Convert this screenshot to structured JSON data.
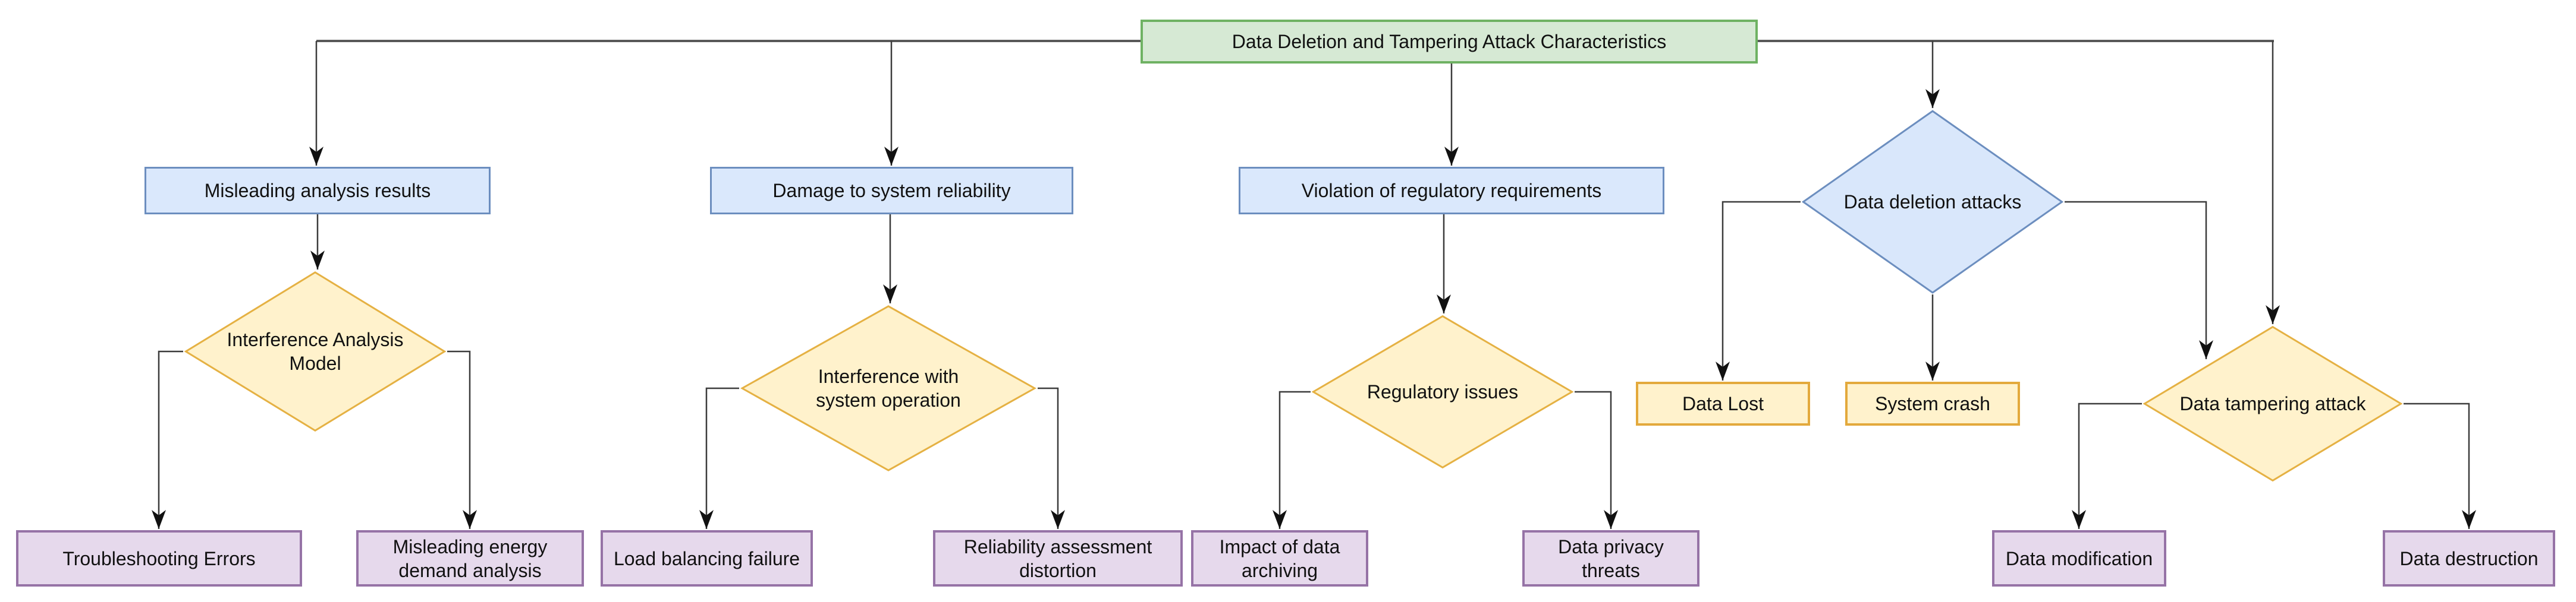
{
  "nodes": {
    "root": "Data Deletion and Tampering Attack Characteristics",
    "misleading_results": "Misleading analysis results",
    "system_reliability": "Damage to system reliability",
    "regulatory_violation": "Violation of regulatory requirements",
    "deletion_attacks": "Data deletion attacks",
    "interference_model": "Interference Analysis Model",
    "interference_operation": "Interference with system operation",
    "regulatory_issues": "Regulatory issues",
    "tampering_attack": "Data tampering attack",
    "data_lost": "Data Lost",
    "system_crash": "System crash",
    "troubleshooting": "Troubleshooting Errors",
    "energy_demand": "Misleading energy demand analysis",
    "load_balancing": "Load balancing failure",
    "reliability_distortion": "Reliability assessment distortion",
    "data_archiving": "Impact of data archiving",
    "privacy_threats": "Data privacy threats",
    "data_modification": "Data modification",
    "data_destruction": "Data destruction"
  },
  "edges": [
    {
      "from": "root",
      "to": "misleading_results"
    },
    {
      "from": "root",
      "to": "system_reliability"
    },
    {
      "from": "root",
      "to": "regulatory_violation"
    },
    {
      "from": "root",
      "to": "deletion_attacks"
    },
    {
      "from": "root",
      "to": "tampering_attack"
    },
    {
      "from": "misleading_results",
      "to": "interference_model"
    },
    {
      "from": "interference_model",
      "to": "troubleshooting"
    },
    {
      "from": "interference_model",
      "to": "energy_demand"
    },
    {
      "from": "system_reliability",
      "to": "interference_operation"
    },
    {
      "from": "interference_operation",
      "to": "load_balancing"
    },
    {
      "from": "interference_operation",
      "to": "reliability_distortion"
    },
    {
      "from": "regulatory_violation",
      "to": "regulatory_issues"
    },
    {
      "from": "regulatory_issues",
      "to": "data_archiving"
    },
    {
      "from": "regulatory_issues",
      "to": "privacy_threats"
    },
    {
      "from": "deletion_attacks",
      "to": "data_lost"
    },
    {
      "from": "deletion_attacks",
      "to": "system_crash"
    },
    {
      "from": "deletion_attacks",
      "to": "tampering_attack"
    },
    {
      "from": "tampering_attack",
      "to": "data_modification"
    },
    {
      "from": "tampering_attack",
      "to": "data_destruction"
    }
  ],
  "colors": {
    "root_fill": "#d6e9d4",
    "root_stroke": "#6fb263",
    "category_fill": "#dae8fc",
    "category_stroke": "#6c8ebf",
    "decision_fill": "#fff2cc",
    "decision_stroke": "#e5b143",
    "deletion_diamond_fill": "#d9e7fb",
    "deletion_diamond_stroke": "#6c8ebf",
    "leaf_fill": "#e6d9ec",
    "leaf_stroke": "#9673a6",
    "wire": "#595959",
    "arrow": "#111111",
    "text": "#111111"
  }
}
